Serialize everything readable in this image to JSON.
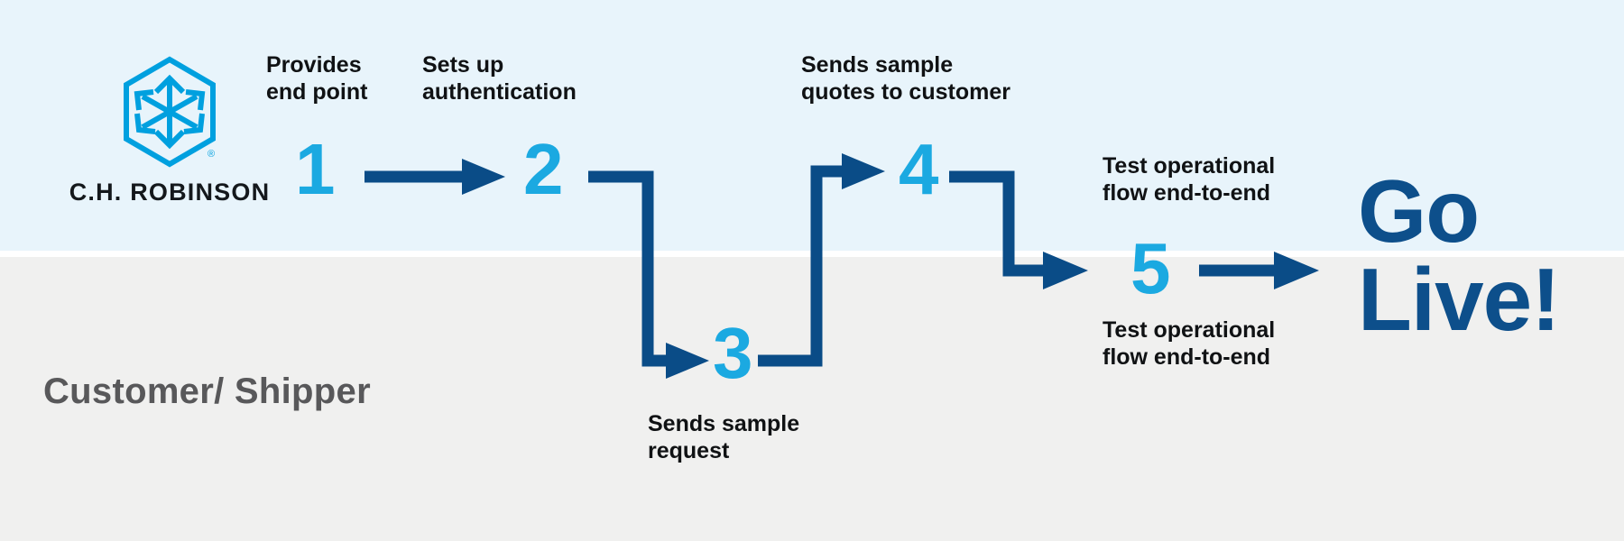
{
  "diagram": {
    "title_text": "Go Live!",
    "colors": {
      "band_top": "#E8F4FB",
      "band_bottom": "#F0F0EF",
      "cyan": "#1BA9E1",
      "logo_cyan": "#00A0DF",
      "navy": "#0A4C87",
      "gray_text": "#58585A",
      "dark_text": "#101214"
    },
    "lanes": {
      "top_lane_name": "C.H. ROBINSON",
      "bottom_lane_label": "Customer/\nShipper"
    },
    "brand": {
      "wordmark": "C.H. ROBINSON",
      "mark_name": "hexagon-arrows-logo",
      "registered_mark": "®"
    },
    "steps": [
      {
        "number": "1",
        "lane": "top",
        "caption": "Provides\nend point"
      },
      {
        "number": "2",
        "lane": "top",
        "caption": "Sets up\nauthentication"
      },
      {
        "number": "3",
        "lane": "bottom",
        "caption": "Sends sample\nrequest"
      },
      {
        "number": "4",
        "lane": "top",
        "caption": "Sends sample\nquotes to customer"
      },
      {
        "number": "5",
        "lane": "boundary",
        "caption_above": "Test operational\nflow end-to-end",
        "caption_below": "Test operational\nflow end-to-end"
      }
    ],
    "connectors": [
      {
        "from": "1",
        "to": "2",
        "shape": "straight-right"
      },
      {
        "from": "2",
        "to": "3",
        "shape": "elbow-down-right"
      },
      {
        "from": "3",
        "to": "4",
        "shape": "elbow-up-right"
      },
      {
        "from": "4",
        "to": "5",
        "shape": "elbow-down-right"
      },
      {
        "from": "5",
        "to": "Go Live!",
        "shape": "straight-right"
      }
    ],
    "outcome": "Go Live!"
  }
}
